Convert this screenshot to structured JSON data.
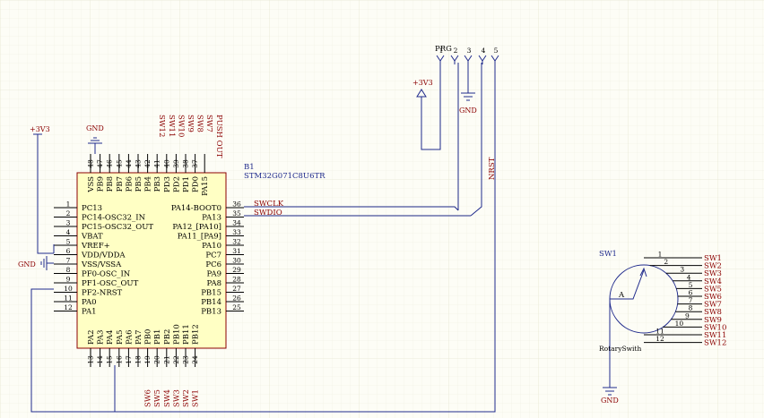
{
  "u1": {
    "designator": "B1",
    "part": "STM32G071C8U6TR",
    "left_pins": [
      {
        "num": "1",
        "name": "PC13"
      },
      {
        "num": "2",
        "name": "PC14-OSC32_IN"
      },
      {
        "num": "3",
        "name": "PC15-OSC32_OUT"
      },
      {
        "num": "4",
        "name": "VBAT"
      },
      {
        "num": "5",
        "name": "VREF+"
      },
      {
        "num": "6",
        "name": "VDD/VDDA"
      },
      {
        "num": "7",
        "name": "VSS/VSSA"
      },
      {
        "num": "8",
        "name": "PF0-OSC_IN"
      },
      {
        "num": "9",
        "name": "PF1-OSC_OUT"
      },
      {
        "num": "10",
        "name": "PF2-NRST"
      },
      {
        "num": "11",
        "name": "PA0"
      },
      {
        "num": "12",
        "name": "PA1"
      }
    ],
    "right_pins": [
      {
        "num": "36",
        "name": "PA14-BOOT0"
      },
      {
        "num": "35",
        "name": "PA13"
      },
      {
        "num": "34",
        "name": "PA12_[PA10]"
      },
      {
        "num": "33",
        "name": "PA11_[PA9]"
      },
      {
        "num": "32",
        "name": "PA10"
      },
      {
        "num": "31",
        "name": "PC7"
      },
      {
        "num": "30",
        "name": "PC6"
      },
      {
        "num": "29",
        "name": "PA9"
      },
      {
        "num": "28",
        "name": "PA8"
      },
      {
        "num": "27",
        "name": "PB15"
      },
      {
        "num": "26",
        "name": "PB14"
      },
      {
        "num": "25",
        "name": "PB13"
      }
    ],
    "top_pins": [
      {
        "num": "48",
        "name": "VSS"
      },
      {
        "num": "47",
        "name": "PB9"
      },
      {
        "num": "46",
        "name": "PB8"
      },
      {
        "num": "45",
        "name": "PB7"
      },
      {
        "num": "44",
        "name": "PB6"
      },
      {
        "num": "43",
        "name": "PB5"
      },
      {
        "num": "42",
        "name": "PB4"
      },
      {
        "num": "41",
        "name": "PB3"
      },
      {
        "num": "40",
        "name": "PD3"
      },
      {
        "num": "39",
        "name": "PD2"
      },
      {
        "num": "38",
        "name": "PD1"
      },
      {
        "num": "37",
        "name": "PD0"
      },
      {
        "num": "",
        "name": "PA15"
      }
    ],
    "bottom_pins": [
      {
        "num": "13",
        "name": "PA2"
      },
      {
        "num": "14",
        "name": "PA3"
      },
      {
        "num": "15",
        "name": "PA4"
      },
      {
        "num": "16",
        "name": "PA5"
      },
      {
        "num": "17",
        "name": "PA6"
      },
      {
        "num": "18",
        "name": "PA7"
      },
      {
        "num": "19",
        "name": "PB0"
      },
      {
        "num": "20",
        "name": "PB1"
      },
      {
        "num": "21",
        "name": "PB2"
      },
      {
        "num": "22",
        "name": "PB10"
      },
      {
        "num": "23",
        "name": "PB11"
      },
      {
        "num": "24",
        "name": "PB12"
      }
    ],
    "top_nets": [
      "SW12",
      "SW11",
      "SW10",
      "SW9",
      "SW8",
      "SW7",
      "PUSH OUT"
    ],
    "bottom_nets": [
      "SW6",
      "SW5",
      "SW4",
      "SW3",
      "SW2",
      "SW1"
    ],
    "right_nets": [
      "SWCLK",
      "SWDIO"
    ],
    "nrst_net": "NRST"
  },
  "power": {
    "vcc_left": "+3V3",
    "gnd_top": "GND",
    "gnd_left": "GND",
    "vcc_header": "+3V3",
    "gnd_header": "GND",
    "gnd_sw": "GND"
  },
  "header": {
    "label": "PRG",
    "pins": [
      "1",
      "2",
      "3",
      "4",
      "5"
    ]
  },
  "sw1": {
    "designator": "SW1",
    "part": "RotarySwith",
    "common": "A",
    "pin_nums": [
      "1",
      "2",
      "3",
      "4",
      "5",
      "6",
      "7",
      "8",
      "9",
      "10",
      "11",
      "12"
    ],
    "nets": [
      "SW1",
      "SW2",
      "SW3",
      "SW4",
      "SW5",
      "SW6",
      "SW7",
      "SW8",
      "SW9",
      "SW10",
      "SW11",
      "SW12"
    ]
  }
}
